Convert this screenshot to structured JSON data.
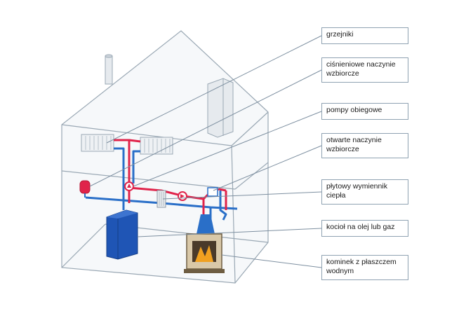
{
  "labels": [
    {
      "id": "radiators",
      "text": "grzejniki"
    },
    {
      "id": "pressure-expansion-vessel",
      "text": "ciśnieniowe naczynie wzbiorcze"
    },
    {
      "id": "circulation-pumps",
      "text": "pompy obiegowe"
    },
    {
      "id": "open-expansion-vessel",
      "text": "otwarte naczynie wzbiorcze"
    },
    {
      "id": "plate-heat-exchanger",
      "text": "płytowy wymiennik ciepła"
    },
    {
      "id": "oil-gas-boiler",
      "text": "kocioł na olej lub gaz"
    },
    {
      "id": "water-jacket-fireplace",
      "text": "kominek z płaszczem wodnym"
    }
  ],
  "colors": {
    "outline": "#9aa8b4",
    "supply": "#e0234a",
    "return": "#2a6fc8",
    "boiler": "#1f55b5",
    "leader": "#7d8fa0"
  }
}
